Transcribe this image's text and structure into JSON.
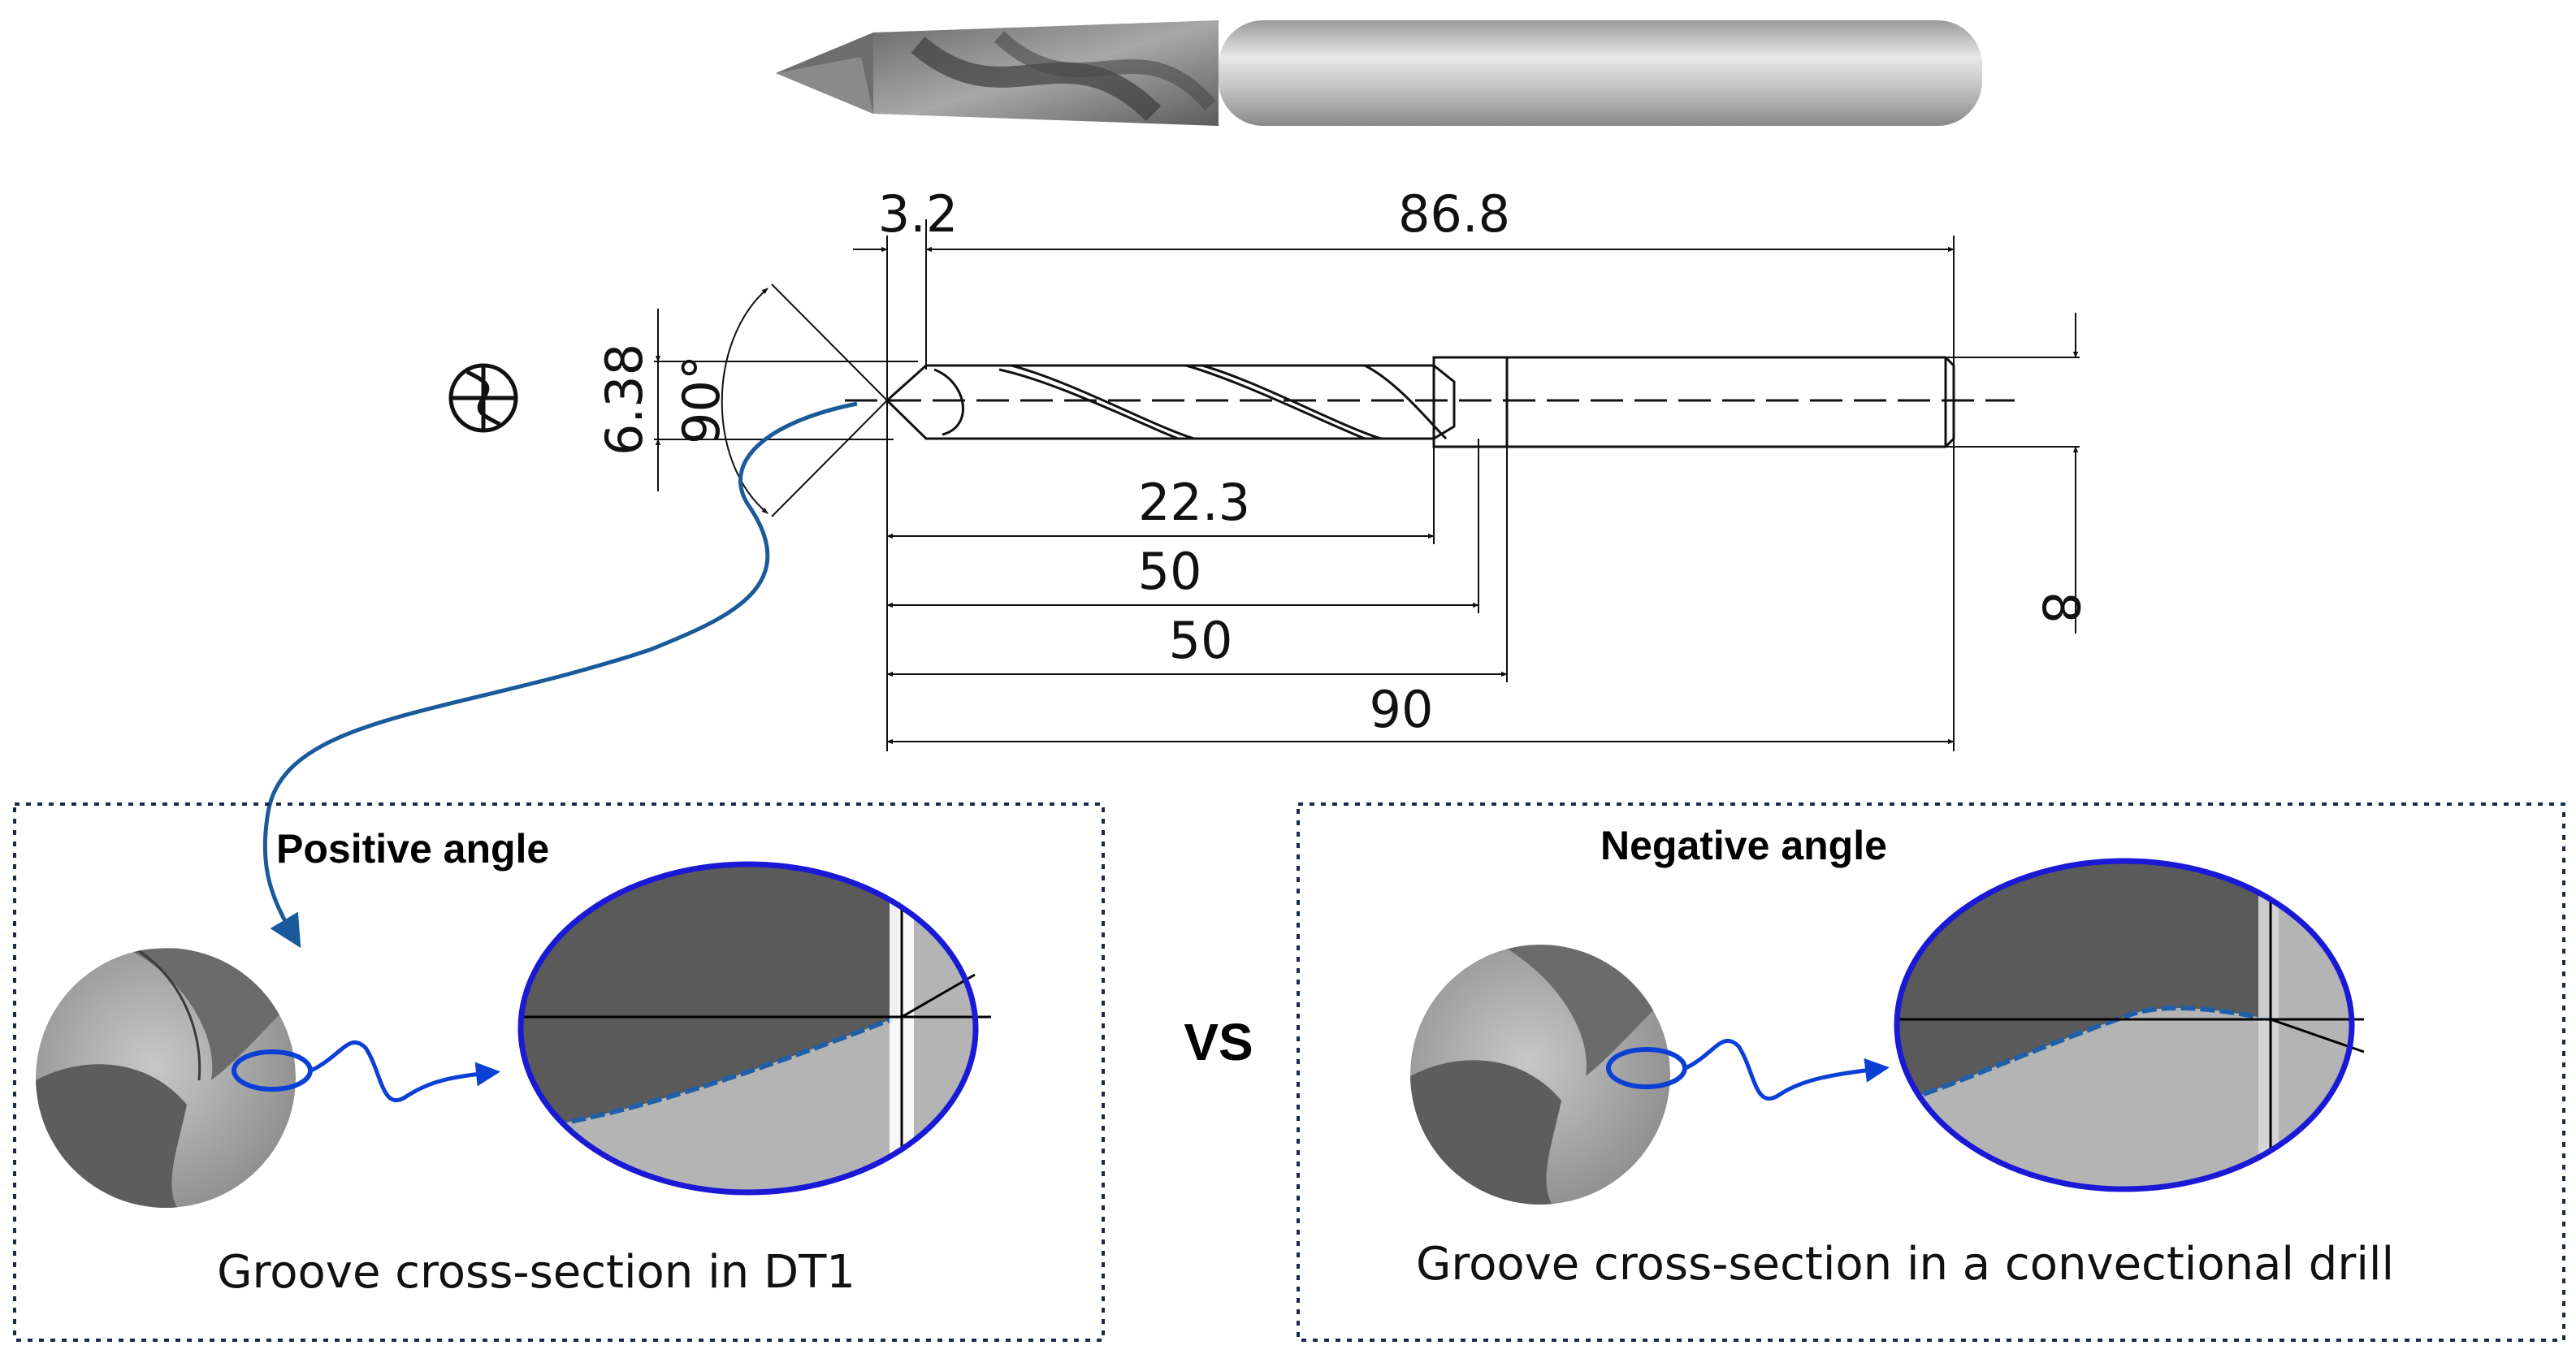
{
  "drawing": {
    "dimensions": {
      "tip_length": "3.2",
      "shank_length": "86.8",
      "diameter_tip": "6.38",
      "point_angle": "90°",
      "flute_length": "22.3",
      "length_a": "50",
      "length_b": "50",
      "overall_length": "90",
      "shank_diameter": "8"
    }
  },
  "panels": {
    "left": {
      "title": "Positive angle",
      "caption": "Groove cross-section in DT1"
    },
    "right": {
      "title": "Negative angle",
      "caption": "Groove cross-section in a convectional drill"
    },
    "vs_label": "VS"
  },
  "colors": {
    "blue_arrow": "#0b3fd6",
    "curve_arrow": "#1a5a9a",
    "groove_dark": "#5a5a5a",
    "groove_light": "#b4b4b4",
    "dashed_blue": "#1f5fa8"
  }
}
